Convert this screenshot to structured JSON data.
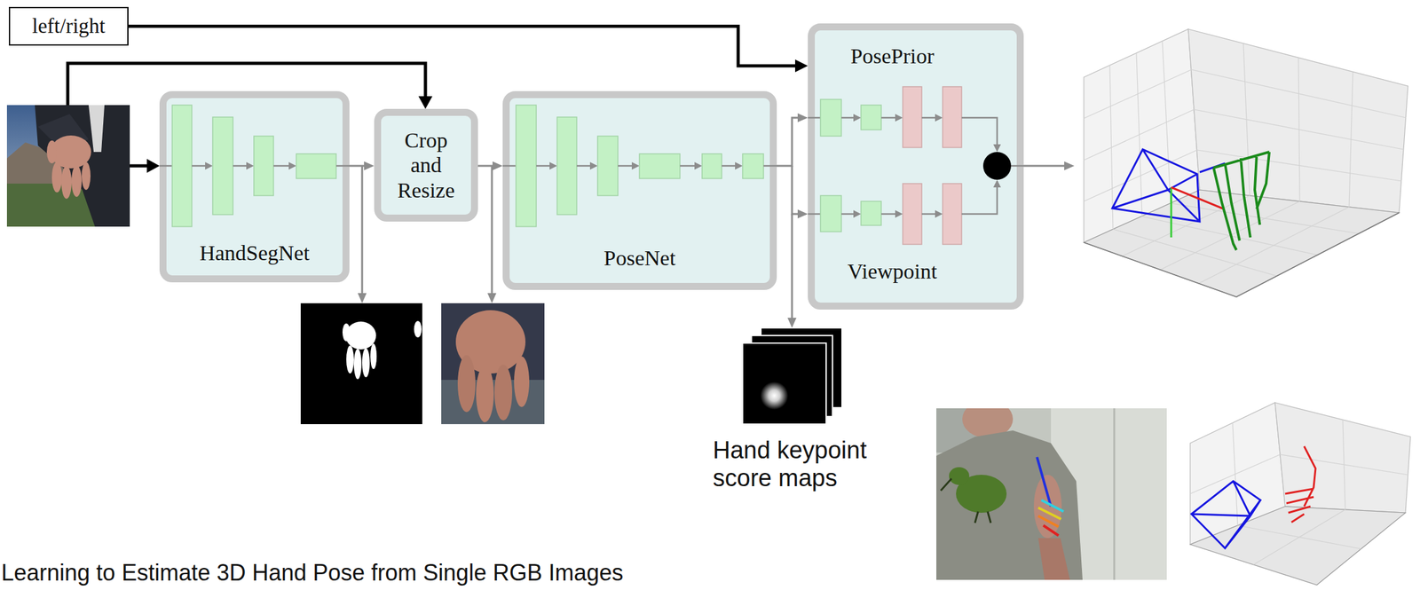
{
  "diagram": {
    "caption": "Learning to Estimate 3D Hand Pose from Single RGB Images",
    "nodes": [
      {
        "text": [
          "left/right"
        ]
      },
      {
        "text": [
          "HandSegNet"
        ]
      },
      {
        "text": [
          "Crop and Resize"
        ]
      },
      {
        "text": [
          "PoseNet"
        ]
      },
      {
        "text": [
          "PosePrior",
          "Viewpoint"
        ]
      }
    ],
    "edges": [
      {
        "from": 0,
        "to": 4,
        "arrow": "to"
      },
      {
        "from": 1,
        "to": 2,
        "arrow": "to"
      },
      {
        "from": 2,
        "to": 3,
        "arrow": "to"
      },
      {
        "from": 3,
        "to": 4,
        "arrow": "to"
      }
    ],
    "labels": [
      "Hand keypoint score maps"
    ]
  }
}
